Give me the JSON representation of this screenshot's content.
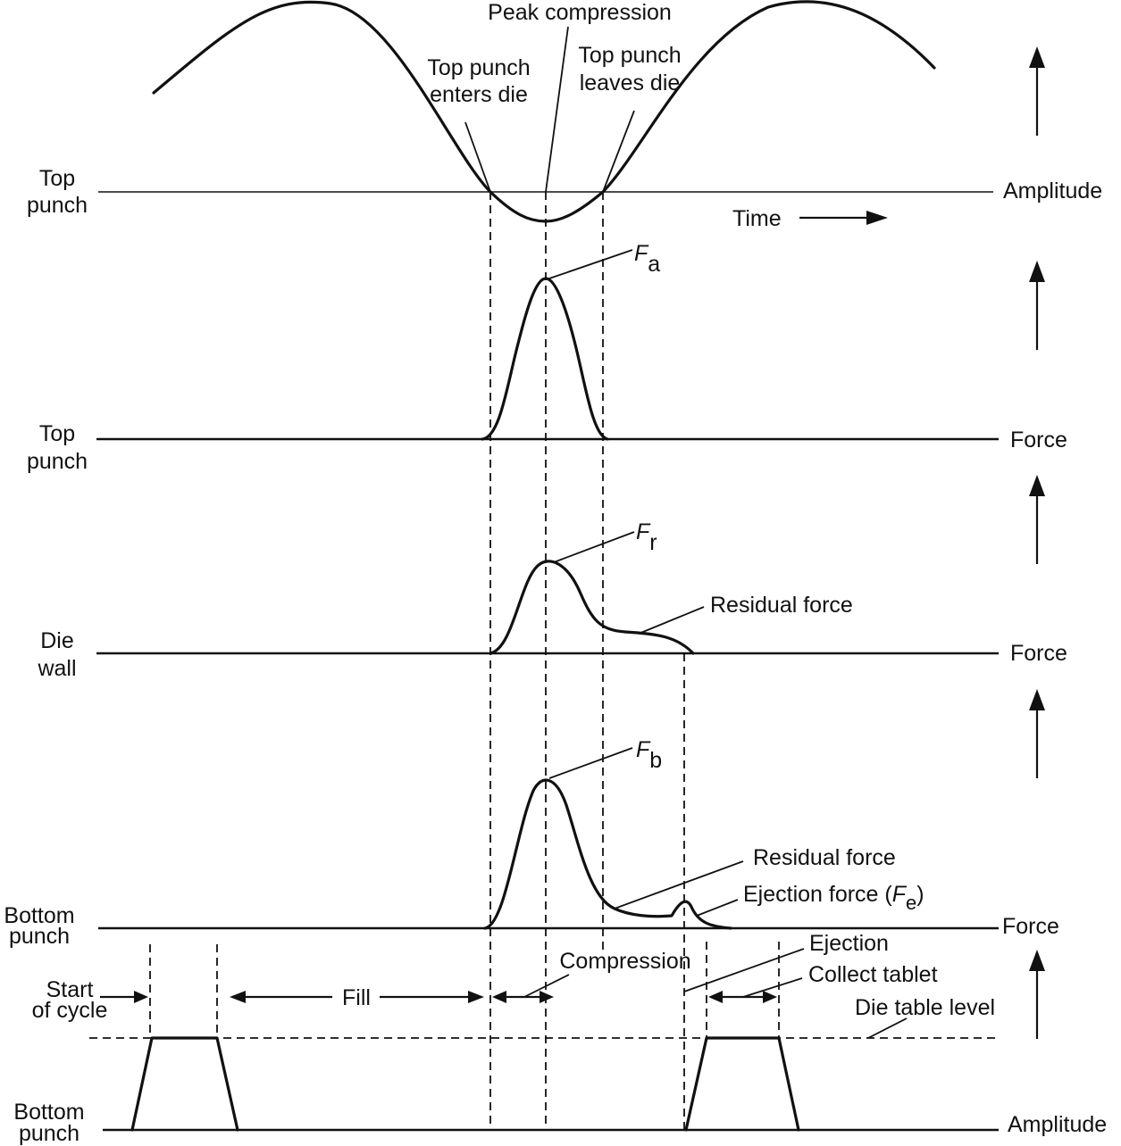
{
  "rows": {
    "top_punch_displacement": {
      "left": [
        "Top",
        "punch"
      ],
      "right": "Amplitude"
    },
    "top_punch_force": {
      "left": [
        "Top",
        "punch"
      ],
      "right": "Force"
    },
    "die_wall_force": {
      "left": [
        "Die",
        "wall"
      ],
      "right": "Force"
    },
    "bottom_punch_force": {
      "left": [
        "Bottom",
        "punch"
      ],
      "right": "Force"
    },
    "bottom_punch_displacement": {
      "left": [
        "Bottom",
        "punch"
      ],
      "right": "Amplitude"
    }
  },
  "annotations": {
    "peak_compression": "Peak compression",
    "top_punch_enters_die": [
      "Top punch",
      "enters die"
    ],
    "top_punch_leaves_die": [
      "Top punch",
      "leaves die"
    ],
    "time": "Time",
    "fa": {
      "symbol": "F",
      "subscript": "a"
    },
    "fr": {
      "symbol": "F",
      "subscript": "r"
    },
    "fb": {
      "symbol": "F",
      "subscript": "b"
    },
    "residual_force_die_wall": "Residual force",
    "residual_force_bottom": "Residual force",
    "ejection_force": {
      "prefix": "Ejection force (",
      "symbol": "F",
      "subscript": "e",
      "suffix": ")"
    },
    "start_of_cycle": [
      "Start",
      "of cycle"
    ],
    "fill": "Fill",
    "compression": "Compression",
    "ejection": "Ejection",
    "collect_tablet": "Collect tablet",
    "die_table_level": "Die table level"
  }
}
